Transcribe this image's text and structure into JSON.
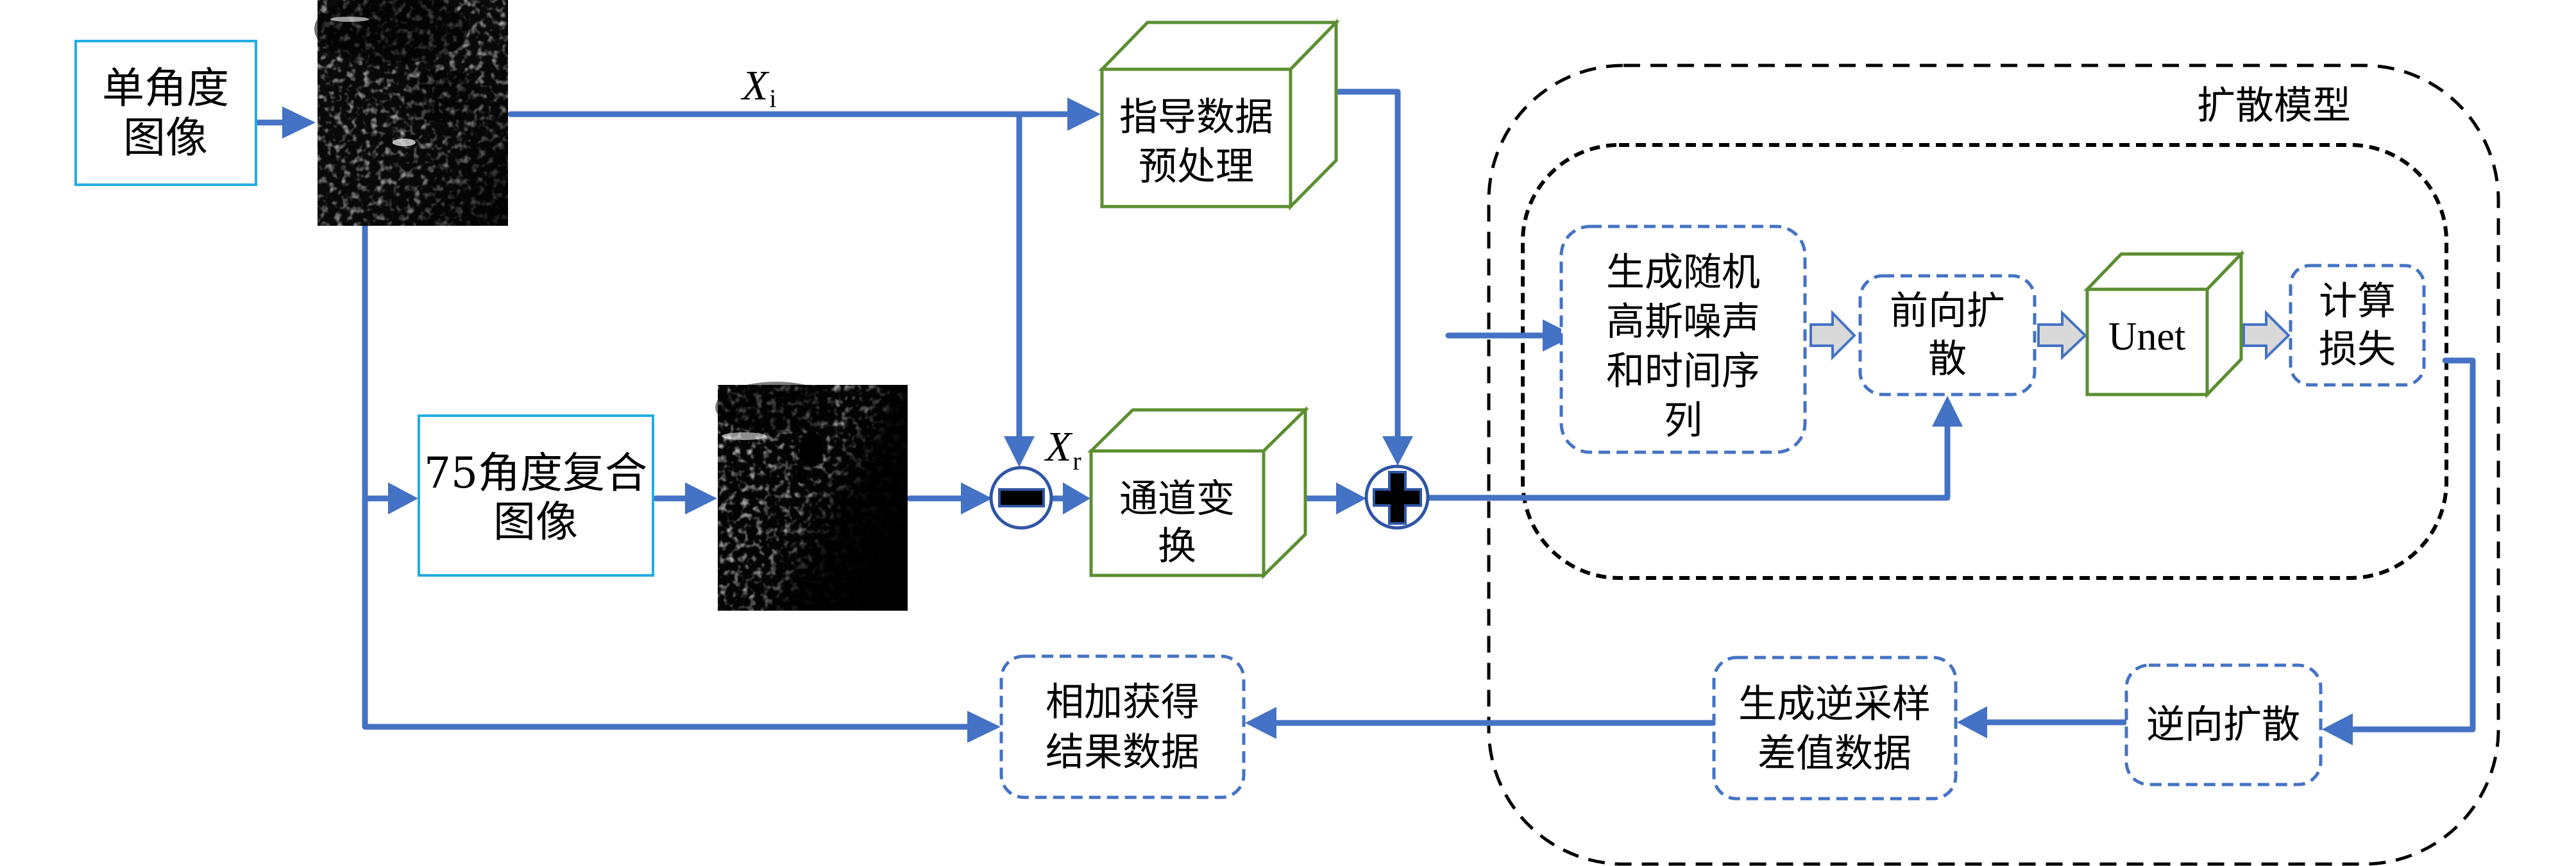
{
  "figure": {
    "title": "扩散模型超声复合图像重建流程"
  },
  "nodes": {
    "single_angle": {
      "lines": [
        "单角度",
        "图像"
      ]
    },
    "compound75": {
      "lines": [
        "75角度复合",
        "图像"
      ]
    },
    "guide_preprocess": {
      "lines": [
        "指导数据",
        "预处理"
      ]
    },
    "channel_transform": {
      "lines": [
        "通道变",
        "换"
      ]
    },
    "gen_noise": {
      "lines": [
        "生成随机",
        "高斯噪声",
        "和时间序",
        "列"
      ]
    },
    "forward_diffusion": {
      "lines": [
        "前向扩",
        "散"
      ]
    },
    "unet": {
      "lines": [
        "Unet"
      ]
    },
    "compute_loss": {
      "lines": [
        "计算",
        "损失"
      ]
    },
    "reverse_diffusion": {
      "lines": [
        "逆向扩散"
      ]
    },
    "gen_reverse_diff": {
      "lines": [
        "生成逆采样",
        "差值数据"
      ]
    },
    "add_result": {
      "lines": [
        "相加获得",
        "结果数据"
      ]
    }
  },
  "groups": {
    "diffusion_model": {
      "label": "扩散模型"
    }
  },
  "labels": {
    "xi": {
      "main": "X",
      "sub": "i"
    },
    "xr": {
      "main": "X",
      "sub": "r"
    }
  },
  "operators": {
    "subtract": "minus",
    "add": "plus"
  },
  "images": {
    "single_angle_ultrasound": "single-angle ultrasound image",
    "compound_ultrasound": "75-angle compound ultrasound image"
  },
  "colors": {
    "flow": "#4472C4",
    "input_box": "#22ACE3",
    "cube": "#5B8E32",
    "dashed_group": "#000000",
    "block_arrow_fill": "#D9D9D9"
  }
}
